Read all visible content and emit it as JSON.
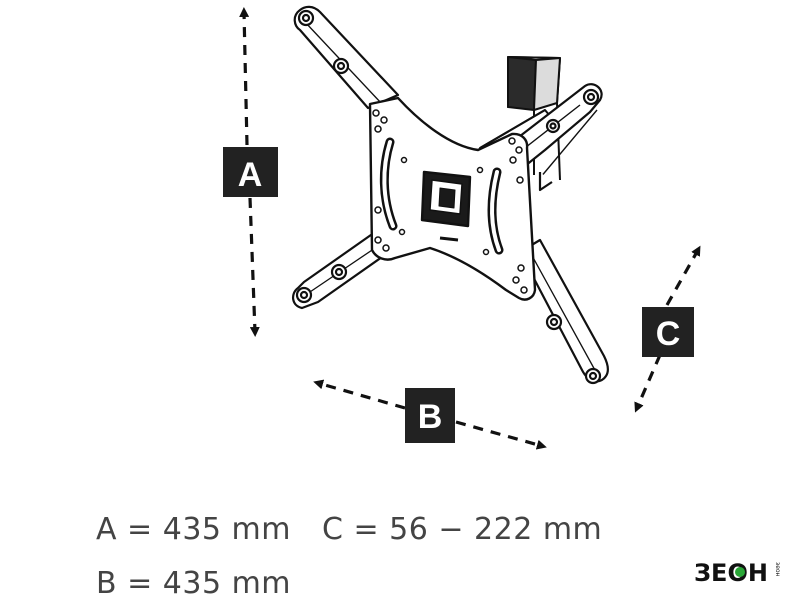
{
  "labels": {
    "a": "A",
    "b": "B",
    "c": "C"
  },
  "dimensions": {
    "a": "A = 435 mm",
    "b": "B = 435 mm",
    "c": "C = 56 − 222 mm"
  },
  "logo": {
    "main": "ЗЕОН",
    "side": "зеон"
  },
  "colors": {
    "line": "#111111",
    "label_bg": "#222222",
    "label_text": "#ffffff",
    "text": "#444444",
    "logo_green": "#2aa637"
  }
}
